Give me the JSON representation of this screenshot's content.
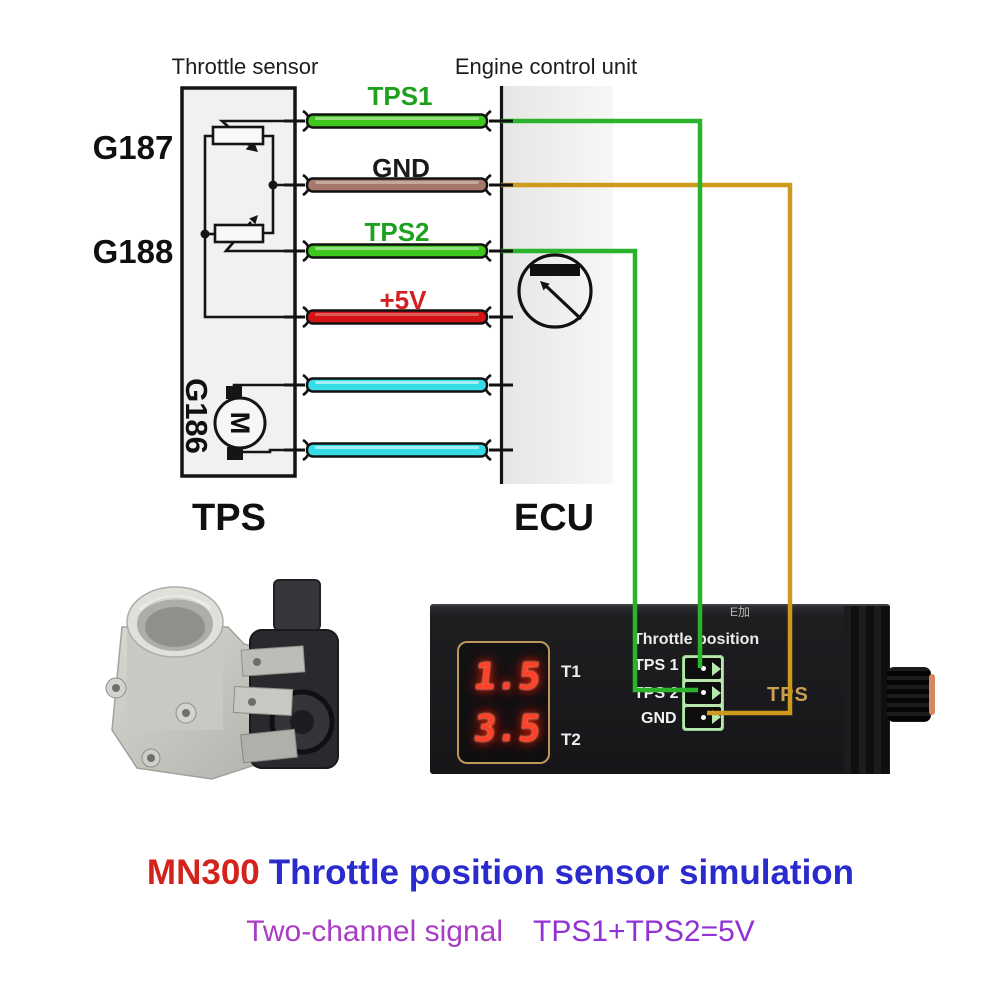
{
  "diagram": {
    "sensor_header": "Throttle sensor",
    "ecu_header": "Engine control unit",
    "sensor_box_label": "TPS",
    "ecu_box_label": "ECU",
    "pot1_label": "G187",
    "pot2_label": "G188",
    "motor_label": "G186",
    "motor_symbol_letter": "M",
    "wires": [
      {
        "name": "tps1",
        "label": "TPS1",
        "color": "#3ec71d",
        "label_color": "#1fa11f"
      },
      {
        "name": "gnd",
        "label": "GND",
        "color": "#a5786b",
        "label_color": "#1a1a1a"
      },
      {
        "name": "tps2",
        "label": "TPS2",
        "color": "#3ec71d",
        "label_color": "#1fa11f"
      },
      {
        "name": "plus5v",
        "label": "+5V",
        "color": "#d41414",
        "label_color": "#d42020"
      },
      {
        "name": "motor-wire-1",
        "label": "",
        "color": "#35dce8"
      },
      {
        "name": "motor-wire-2",
        "label": "",
        "color": "#35dce8"
      }
    ]
  },
  "device": {
    "display": {
      "t1_value": "1.5",
      "t1_label": "T1",
      "t2_value": "3.5",
      "t2_label": "T2"
    },
    "connector_title": "Throttle position",
    "pins": [
      "TPS 1",
      "TPS 2",
      "GND"
    ],
    "side_label": "TPS",
    "partial_top_label": "E加"
  },
  "captions": {
    "model": "MN300",
    "title": "Throttle position sensor simulation",
    "subtitle_left": "Two-channel signal",
    "subtitle_right": "TPS1+TPS2=5V"
  },
  "colors": {
    "routing_green": "#2cb32c",
    "routing_orange": "#cd9a1e",
    "wire_green": "#3ec71d",
    "wire_brown": "#a5786b",
    "wire_red": "#d41414",
    "wire_cyan": "#35dce8",
    "led_red": "#ff4229",
    "connector_green": "#b7e6af",
    "gold_text": "#c9a052",
    "caption_red": "#d4231c",
    "caption_blue": "#2a2acd",
    "caption_purple": "#a83cc4"
  }
}
